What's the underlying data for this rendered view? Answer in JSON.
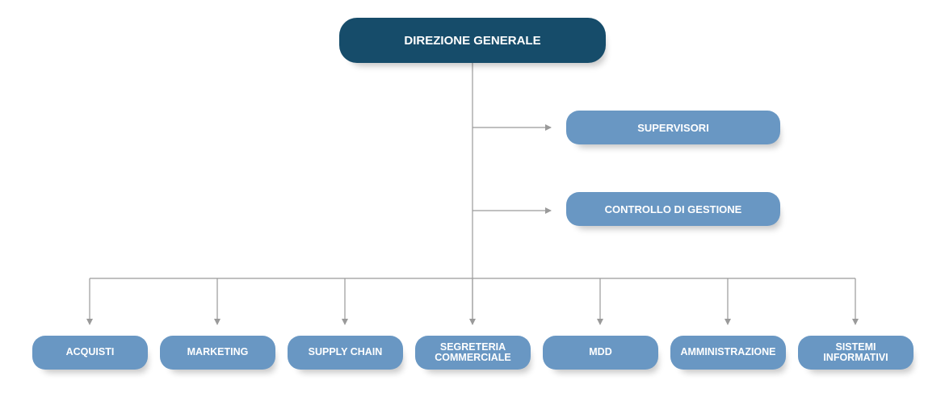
{
  "root": {
    "label": "DIREZIONE GENERALE"
  },
  "staff": [
    {
      "label": "SUPERVISORI"
    },
    {
      "label": "CONTROLLO DI GESTIONE"
    }
  ],
  "departments": [
    {
      "label": "ACQUISTI"
    },
    {
      "label": "MARKETING"
    },
    {
      "label": "SUPPLY CHAIN"
    },
    {
      "label": "SEGRETERIA COMMERCIALE"
    },
    {
      "label": "MDD"
    },
    {
      "label": "AMMINISTRAZIONE"
    },
    {
      "label": "SISTEMI INFORMATIVI"
    }
  ],
  "colors": {
    "root": "#164c6a",
    "node": "#6997c3",
    "connector": "#9a9a9a"
  }
}
